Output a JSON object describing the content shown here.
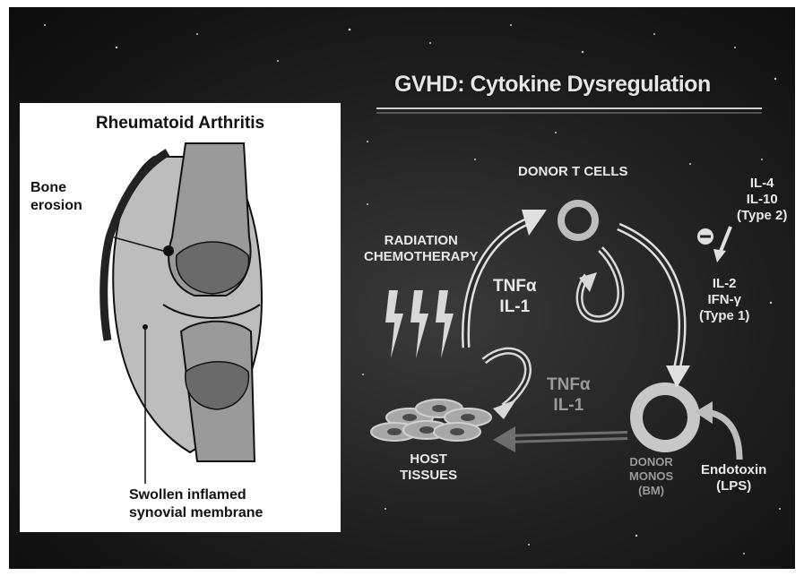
{
  "left_panel": {
    "title": "Rheumatoid Arthritis",
    "bone_erosion": [
      "Bone",
      "erosion"
    ],
    "swollen": [
      "Swollen inflamed",
      "synovial membrane"
    ]
  },
  "slide": {
    "title": "GVHD: Cytokine Dysregulation",
    "donor_t_cells": "DONOR T CELLS",
    "type2": [
      "IL-4",
      "IL-10",
      "(Type 2)"
    ],
    "type1": [
      "IL-2",
      "IFN-γ",
      "(Type 1)"
    ],
    "radiation": [
      "RADIATION",
      "CHEMOTHERAPY"
    ],
    "tnf_upper": [
      "TNFα",
      "IL-1"
    ],
    "tnf_lower": [
      "TNFα",
      "IL-1"
    ],
    "host_tissues": [
      "HOST",
      "TISSUES"
    ],
    "donor_monos": [
      "DONOR",
      "MONOS",
      "(BM)"
    ],
    "endotoxin": [
      "Endotoxin",
      "(LPS)"
    ],
    "minus_symbol": "−"
  },
  "colors": {
    "slide_bg": "#1d1d1d",
    "text_light": "#e8e8e8",
    "text_dim": "#9a9a9a",
    "panel_bg": "#ffffff"
  }
}
